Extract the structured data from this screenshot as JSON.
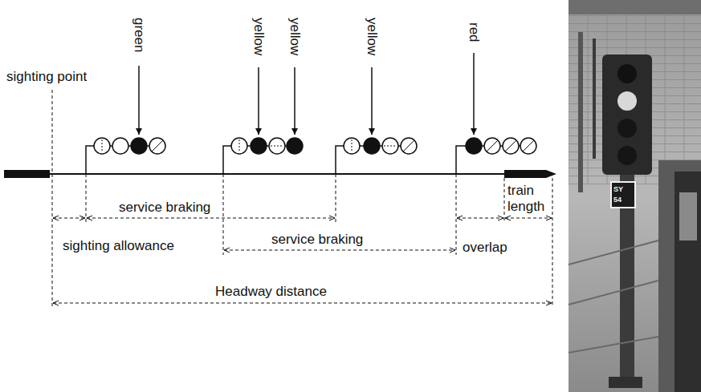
{
  "diagram": {
    "labels": [
      "green",
      "yellow",
      "yellow",
      "yellow",
      "red",
      "sighting point",
      "service braking",
      "service braking",
      "sighting allowance",
      "overlap",
      "train length",
      "Headway distance",
      "SY",
      "54"
    ]
  }
}
